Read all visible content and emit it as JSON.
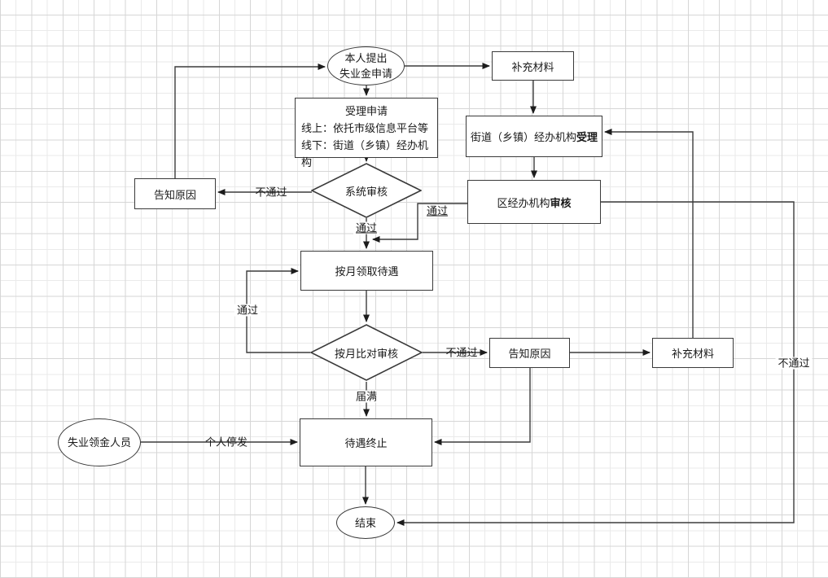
{
  "colors": {
    "line": "#3c3c3c",
    "node_border": "#3a3a3a",
    "node_fill": "#ffffff",
    "text": "#1a1a1a",
    "grid_minor": "#eaeaea",
    "grid_major": "#d6d6d6"
  },
  "nodes": {
    "start": {
      "label": "本人提出\n失业金申请"
    },
    "supplement1": {
      "label": "补充材料"
    },
    "accept": {
      "line1": "受理申请",
      "line2": "线上：依托市级信息平台等",
      "line3": "线下：街道（乡镇）经办机构"
    },
    "street": {
      "prefix": "街道（乡镇）经办机构",
      "bold": "受理"
    },
    "district": {
      "prefix": "区经办机构",
      "bold": "审核"
    },
    "system_review": {
      "label": "系统审核"
    },
    "reason1": {
      "label": "告知原因"
    },
    "monthly": {
      "label": "按月领取待遇"
    },
    "monthly_review": {
      "label": "按月比对审核"
    },
    "reason2": {
      "label": "告知原因"
    },
    "supplement2": {
      "label": "补充材料"
    },
    "terminate": {
      "label": "待遇终止"
    },
    "person": {
      "label": "失业领金人员"
    },
    "end": {
      "label": "结束"
    }
  },
  "edge_labels": {
    "fail1": "不通过",
    "pass1": "通过",
    "pass2": "通过",
    "pass3": "通过",
    "expire": "届满",
    "fail2": "不通过",
    "stop": "个人停发",
    "fail3": "不通过"
  }
}
